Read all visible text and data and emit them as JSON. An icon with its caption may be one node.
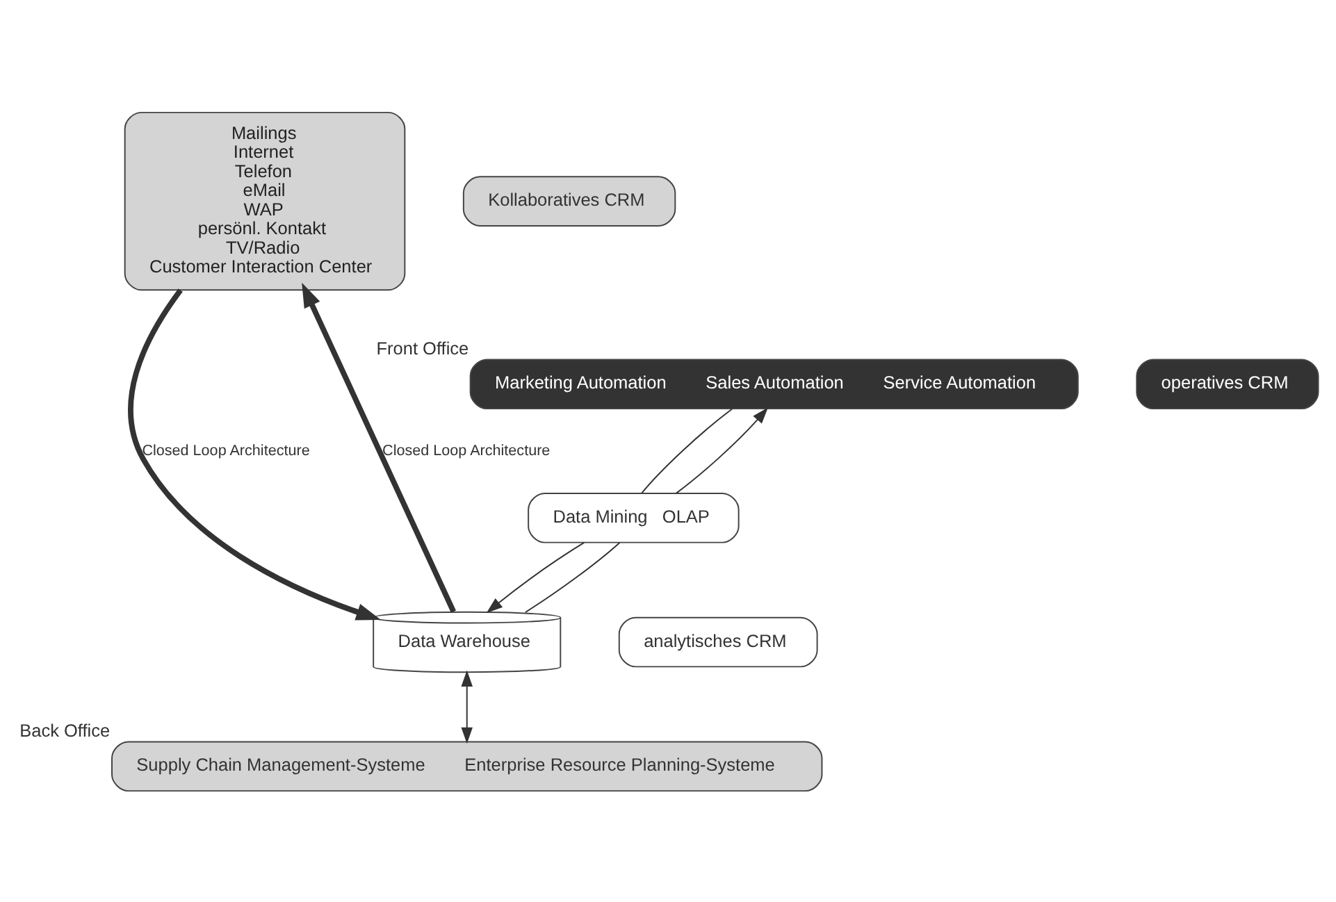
{
  "diagram": {
    "nodes": [
      {
        "text": [
          "Mailings",
          "Internet",
          "Telefon",
          "eMail",
          "WAP",
          "persönl. Kontakt",
          "TV/Radio",
          "Customer Interaction Center"
        ]
      },
      {
        "text": [
          "Marketing Automation",
          "Sales Automation",
          "Service Automation"
        ],
        "beside": [
          "Front Office"
        ]
      },
      {
        "text": [
          "Data Mining",
          "OLAP"
        ]
      },
      {
        "text": [
          "Data Warehouse"
        ]
      },
      {
        "text": [
          "Supply Chain Management-Systeme",
          "Enterprise Resource Planning-Systeme"
        ],
        "beside": [
          "Back Office"
        ]
      },
      {
        "text": [
          "Kollaboratives CRM"
        ]
      },
      {
        "text": [
          "operatives CRM"
        ]
      },
      {
        "text": [
          "analytisches CRM"
        ]
      }
    ],
    "edges": [
      {
        "from": 0,
        "to": 3,
        "arrow": "to",
        "style": "thick",
        "label": "Closed Loop Architecture"
      },
      {
        "from": 3,
        "to": 0,
        "arrow": "to",
        "style": "thick",
        "label": "Closed Loop Architecture"
      },
      {
        "from": 1,
        "to": 2,
        "arrow": "none"
      },
      {
        "from": 2,
        "to": 3,
        "arrow": "to"
      },
      {
        "from": 3,
        "to": 2,
        "arrow": "none"
      },
      {
        "from": 2,
        "to": 1,
        "arrow": "to"
      },
      {
        "from": 3,
        "to": 4,
        "arrow": "both"
      }
    ]
  }
}
